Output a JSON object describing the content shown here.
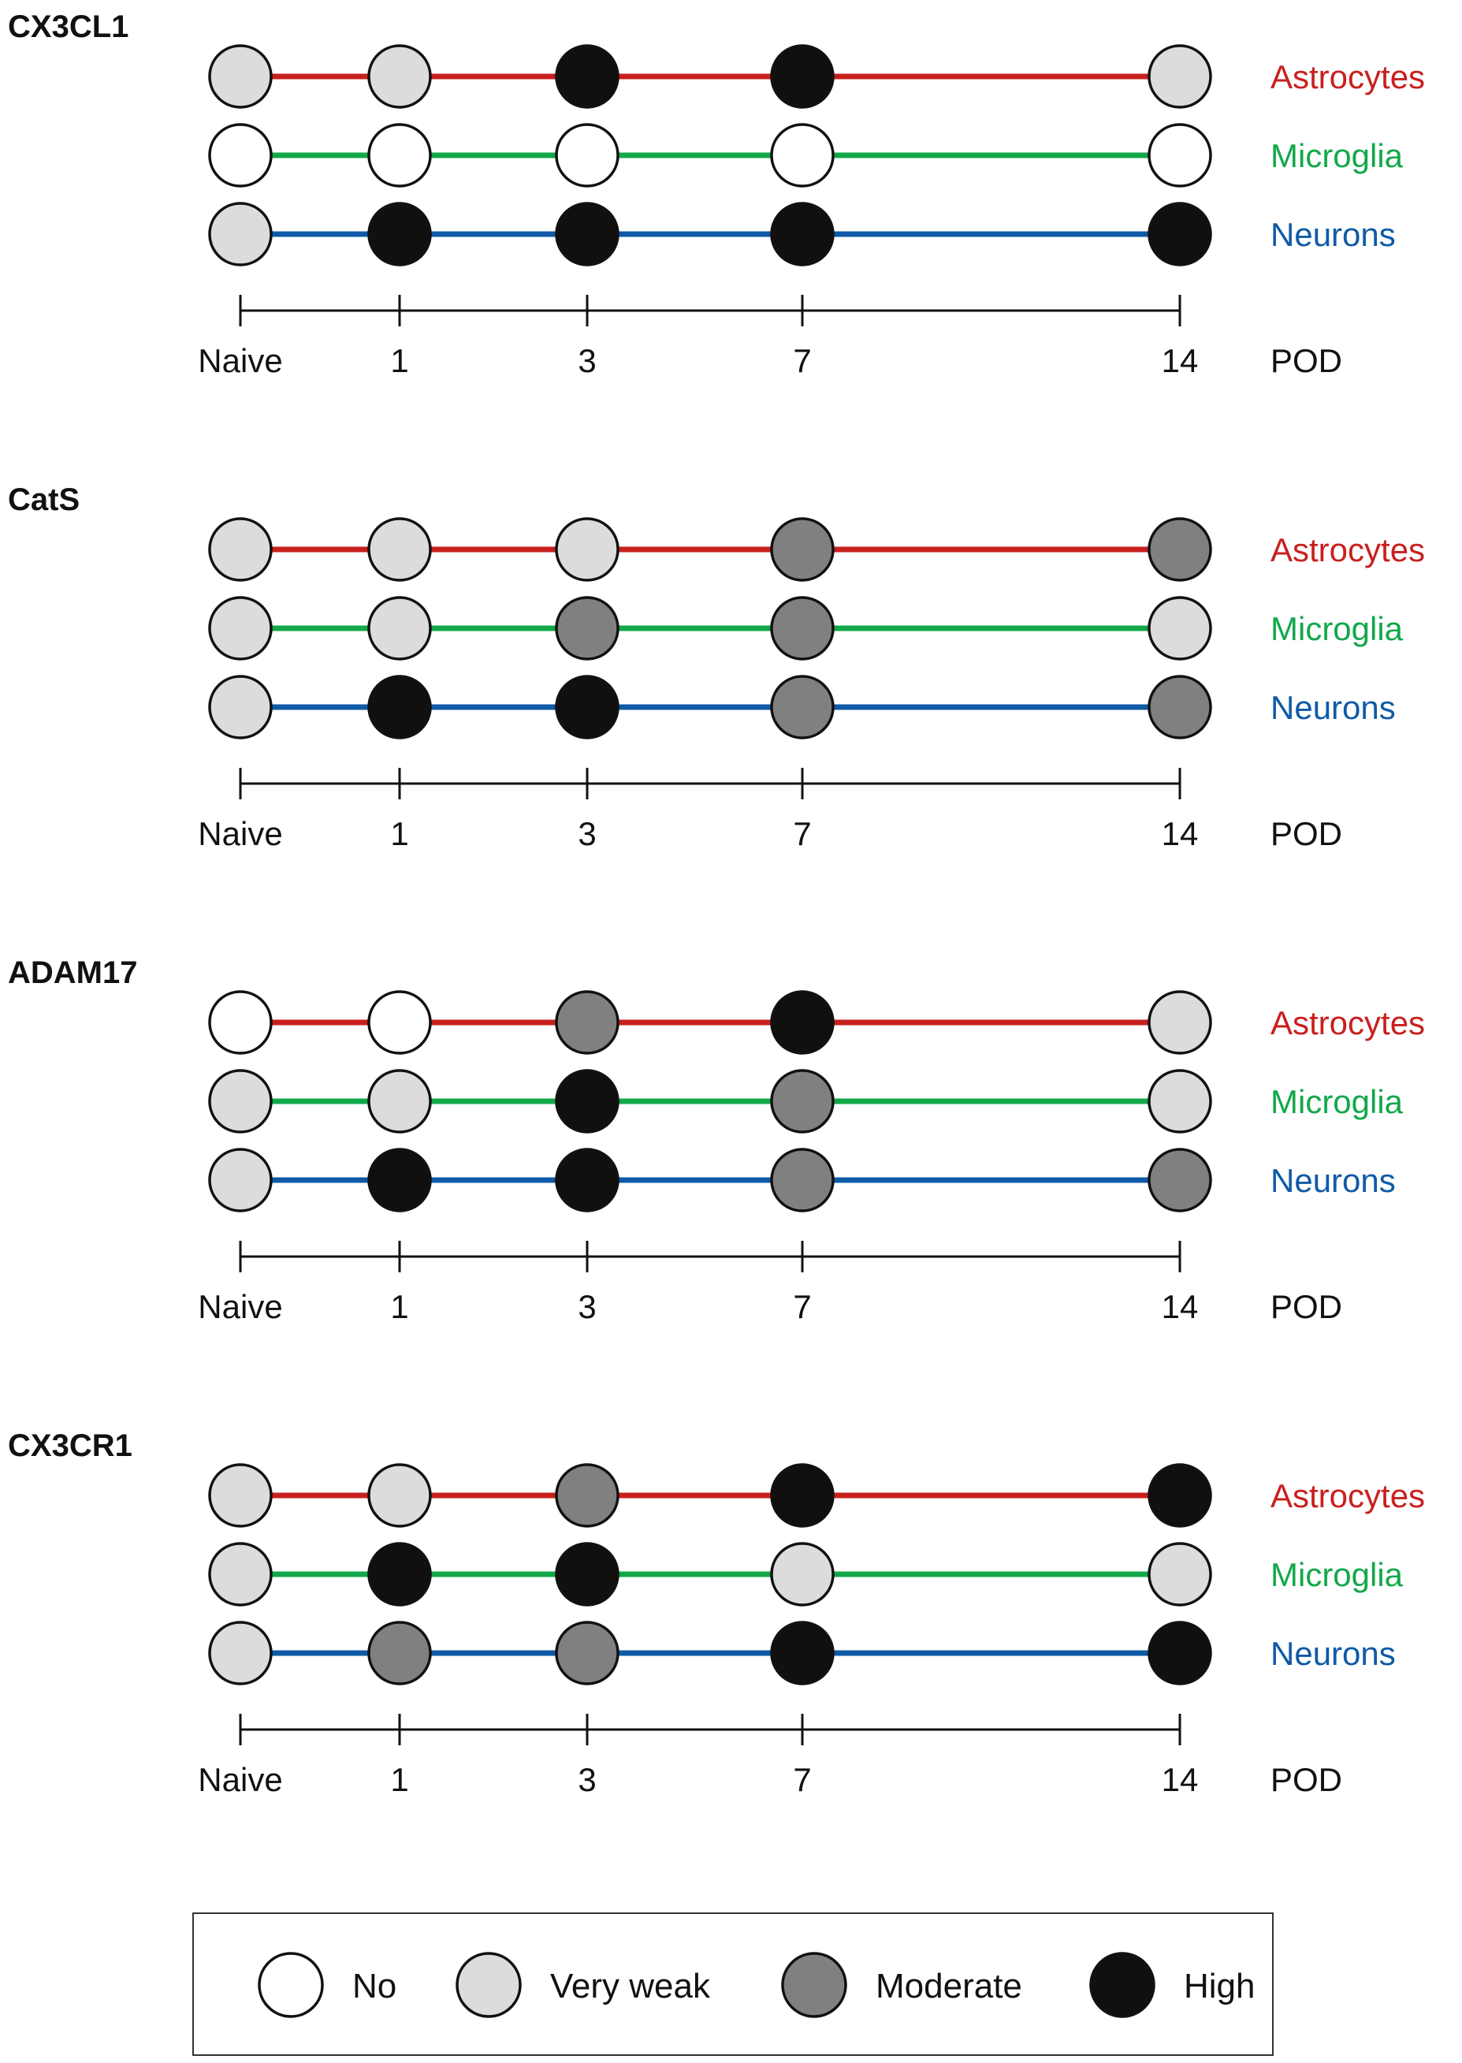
{
  "panels": [
    {
      "title": "CX3CL1",
      "rows": [
        {
          "cell_type": "Astrocytes",
          "levels": [
            "Very weak",
            "Very weak",
            "High",
            "High",
            "Very weak"
          ]
        },
        {
          "cell_type": "Microglia",
          "levels": [
            "No",
            "No",
            "No",
            "No",
            "No"
          ]
        },
        {
          "cell_type": "Neurons",
          "levels": [
            "Very weak",
            "High",
            "High",
            "High",
            "High"
          ]
        }
      ]
    },
    {
      "title": "CatS",
      "rows": [
        {
          "cell_type": "Astrocytes",
          "levels": [
            "Very weak",
            "Very weak",
            "Very weak",
            "Moderate",
            "Moderate"
          ]
        },
        {
          "cell_type": "Microglia",
          "levels": [
            "Very weak",
            "Very weak",
            "Moderate",
            "Moderate",
            "Very weak"
          ]
        },
        {
          "cell_type": "Neurons",
          "levels": [
            "Very weak",
            "High",
            "High",
            "Moderate",
            "Moderate"
          ]
        }
      ]
    },
    {
      "title": "ADAM17",
      "rows": [
        {
          "cell_type": "Astrocytes",
          "levels": [
            "No",
            "No",
            "Moderate",
            "High",
            "Very weak"
          ]
        },
        {
          "cell_type": "Microglia",
          "levels": [
            "Very weak",
            "Very weak",
            "High",
            "Moderate",
            "Very weak"
          ]
        },
        {
          "cell_type": "Neurons",
          "levels": [
            "Very weak",
            "High",
            "High",
            "Moderate",
            "Moderate"
          ]
        }
      ]
    },
    {
      "title": "CX3CR1",
      "rows": [
        {
          "cell_type": "Astrocytes",
          "levels": [
            "Very weak",
            "Very weak",
            "Moderate",
            "High",
            "High"
          ]
        },
        {
          "cell_type": "Microglia",
          "levels": [
            "Very weak",
            "High",
            "High",
            "Very weak",
            "Very weak"
          ]
        },
        {
          "cell_type": "Neurons",
          "levels": [
            "Very weak",
            "Moderate",
            "Moderate",
            "High",
            "High"
          ]
        }
      ]
    }
  ],
  "timepoints": [
    {
      "label": "Naive",
      "day": 0
    },
    {
      "label": "1",
      "day": 1
    },
    {
      "label": "3",
      "day": 3
    },
    {
      "label": "7",
      "day": 7
    },
    {
      "label": "14",
      "day": 14
    }
  ],
  "axis_unit": "POD",
  "cell_type_colors": {
    "Astrocytes": "#c8201e",
    "Microglia": "#12a84a",
    "Neurons": "#0f5aa6"
  },
  "legend": [
    {
      "label": "No",
      "fill": "#ffffff"
    },
    {
      "label": "Very weak",
      "fill": "#dcdcdc"
    },
    {
      "label": "Moderate",
      "fill": "#808080"
    },
    {
      "label": "High",
      "fill": "#120f0f"
    }
  ]
}
